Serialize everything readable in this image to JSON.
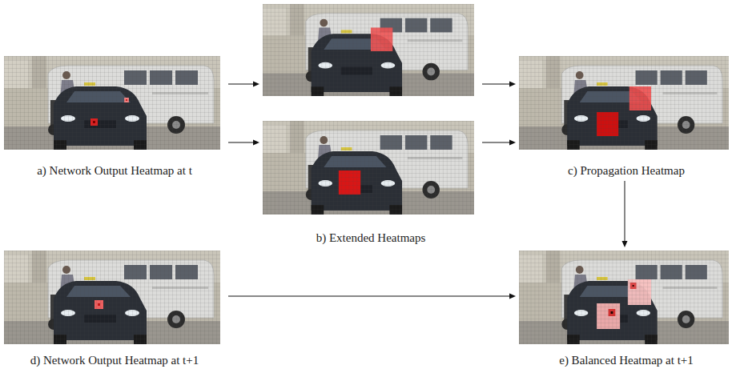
{
  "diagram": {
    "nodes": [
      {
        "text": [
          "a) Network Output Heatmap at t"
        ]
      },
      {
        "text": [
          "b) Extended Heatmaps"
        ]
      },
      {
        "text": [
          "c) Propagation Heatmap"
        ]
      },
      {
        "text": [
          "d) Network Output Heatmap at t+1"
        ]
      },
      {
        "text": [
          "e) Balanced Heatmap at t+1"
        ]
      }
    ],
    "edges": [
      {
        "from": 0,
        "to": 1,
        "arrow": "to"
      },
      {
        "from": 0,
        "to": 1,
        "arrow": "to"
      },
      {
        "from": 1,
        "to": 2,
        "arrow": "to"
      },
      {
        "from": 1,
        "to": 2,
        "arrow": "to"
      },
      {
        "from": 2,
        "to": 4,
        "arrow": "to"
      },
      {
        "from": 3,
        "to": 4,
        "arrow": "to"
      }
    ]
  }
}
